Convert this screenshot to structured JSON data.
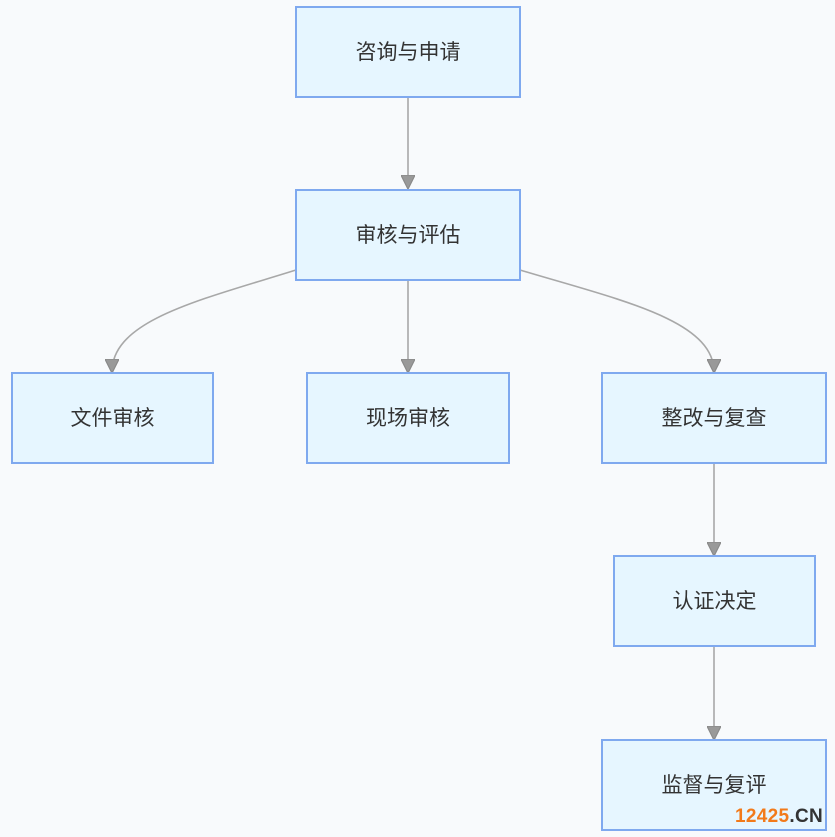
{
  "diagram": {
    "nodes": {
      "consult": "咨询与申请",
      "review": "审核与评估",
      "doc_review": "文件审核",
      "site_review": "现场审核",
      "rectify": "整改与复查",
      "decision": "认证决定",
      "supervise": "监督与复评"
    },
    "edges": [
      {
        "from": "consult",
        "to": "review"
      },
      {
        "from": "review",
        "to": "doc_review"
      },
      {
        "from": "review",
        "to": "site_review"
      },
      {
        "from": "review",
        "to": "rectify"
      },
      {
        "from": "rectify",
        "to": "decision"
      },
      {
        "from": "decision",
        "to": "supervise"
      }
    ]
  },
  "watermark": {
    "number": "12425",
    "domain": ".CN"
  },
  "colors": {
    "node_fill": "#e6f6ff",
    "node_border": "#7fa9ef",
    "edge": "#a8a8a8",
    "watermark_accent": "#f27a1a"
  }
}
